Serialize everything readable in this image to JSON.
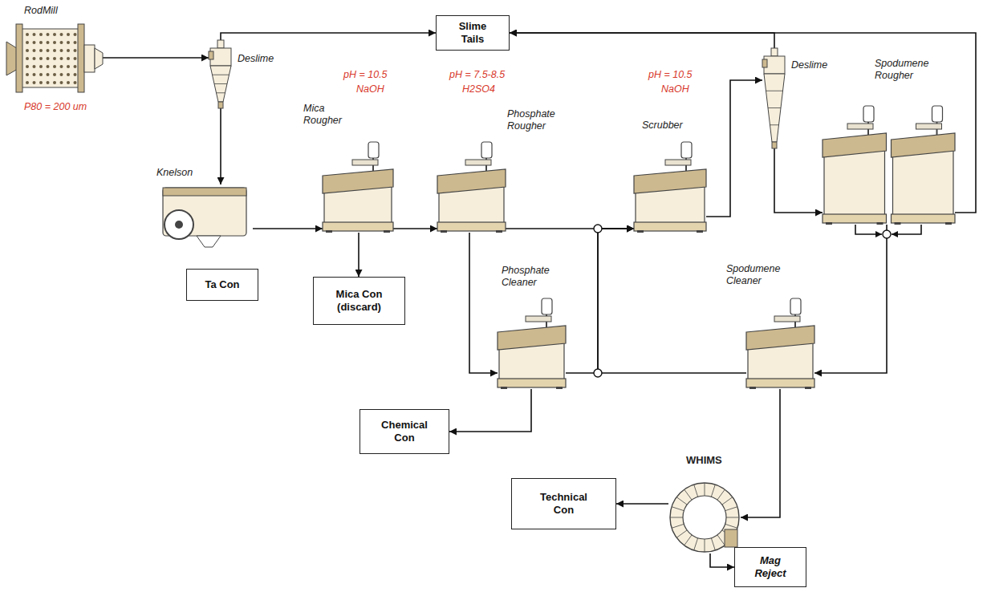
{
  "diagram": {
    "nodes": [
      {
        "text": [
          "RodMill"
        ]
      },
      {
        "text": [
          "Deslime"
        ]
      },
      {
        "text": [
          "Slime Tails"
        ]
      },
      {
        "text": [
          "Deslime"
        ]
      },
      {
        "text": [
          "Knelson"
        ]
      },
      {
        "text": [
          "Ta Con"
        ]
      },
      {
        "text": [
          "Mica Rougher"
        ]
      },
      {
        "text": [
          "Phosphate Rougher"
        ]
      },
      {
        "text": [
          "Scrubber"
        ]
      },
      {
        "text": [
          "Spodumene Rougher"
        ]
      },
      {
        "text": [
          "Mica Con (discard)"
        ]
      },
      {
        "text": [
          "Phosphate Cleaner"
        ]
      },
      {
        "text": [
          "Spodumene Cleaner"
        ]
      },
      {
        "text": [
          "Chemical Con"
        ]
      },
      {
        "text": [
          "WHIMS"
        ]
      },
      {
        "text": [
          "Technical Con"
        ]
      },
      {
        "text": [
          "Mag Reject"
        ]
      }
    ],
    "edges": [
      {
        "from": 0,
        "to": 1,
        "arrow": "to"
      },
      {
        "from": 1,
        "to": 2,
        "arrow": "to"
      },
      {
        "from": 1,
        "to": 4,
        "arrow": "to"
      },
      {
        "from": 4,
        "to": 6,
        "arrow": "to"
      },
      {
        "from": 6,
        "to": 10,
        "arrow": "to"
      },
      {
        "from": 6,
        "to": 7,
        "arrow": "to"
      },
      {
        "from": 7,
        "to": 11,
        "arrow": "to"
      },
      {
        "from": 7,
        "to": 8,
        "arrow": "to"
      },
      {
        "from": 11,
        "to": 8,
        "arrow": "to"
      },
      {
        "from": 12,
        "to": 8,
        "arrow": "to"
      },
      {
        "from": 11,
        "to": 13,
        "arrow": "to"
      },
      {
        "from": 8,
        "to": 3,
        "arrow": "to"
      },
      {
        "from": 3,
        "to": 2,
        "arrow": "to"
      },
      {
        "from": 3,
        "to": 9,
        "arrow": "to"
      },
      {
        "from": 9,
        "to": 2,
        "arrow": "to"
      },
      {
        "from": 9,
        "to": 12,
        "arrow": "to"
      },
      {
        "from": 12,
        "to": 14,
        "arrow": "to"
      },
      {
        "from": 14,
        "to": 15,
        "arrow": "to"
      },
      {
        "from": 14,
        "to": 16,
        "arrow": "to"
      }
    ],
    "labels": [
      "P80 = 200 um",
      "pH = 10.5",
      "NaOH",
      "pH = 7.5-8.5",
      "H2SO4",
      "pH = 10.5",
      "NaOH"
    ]
  }
}
